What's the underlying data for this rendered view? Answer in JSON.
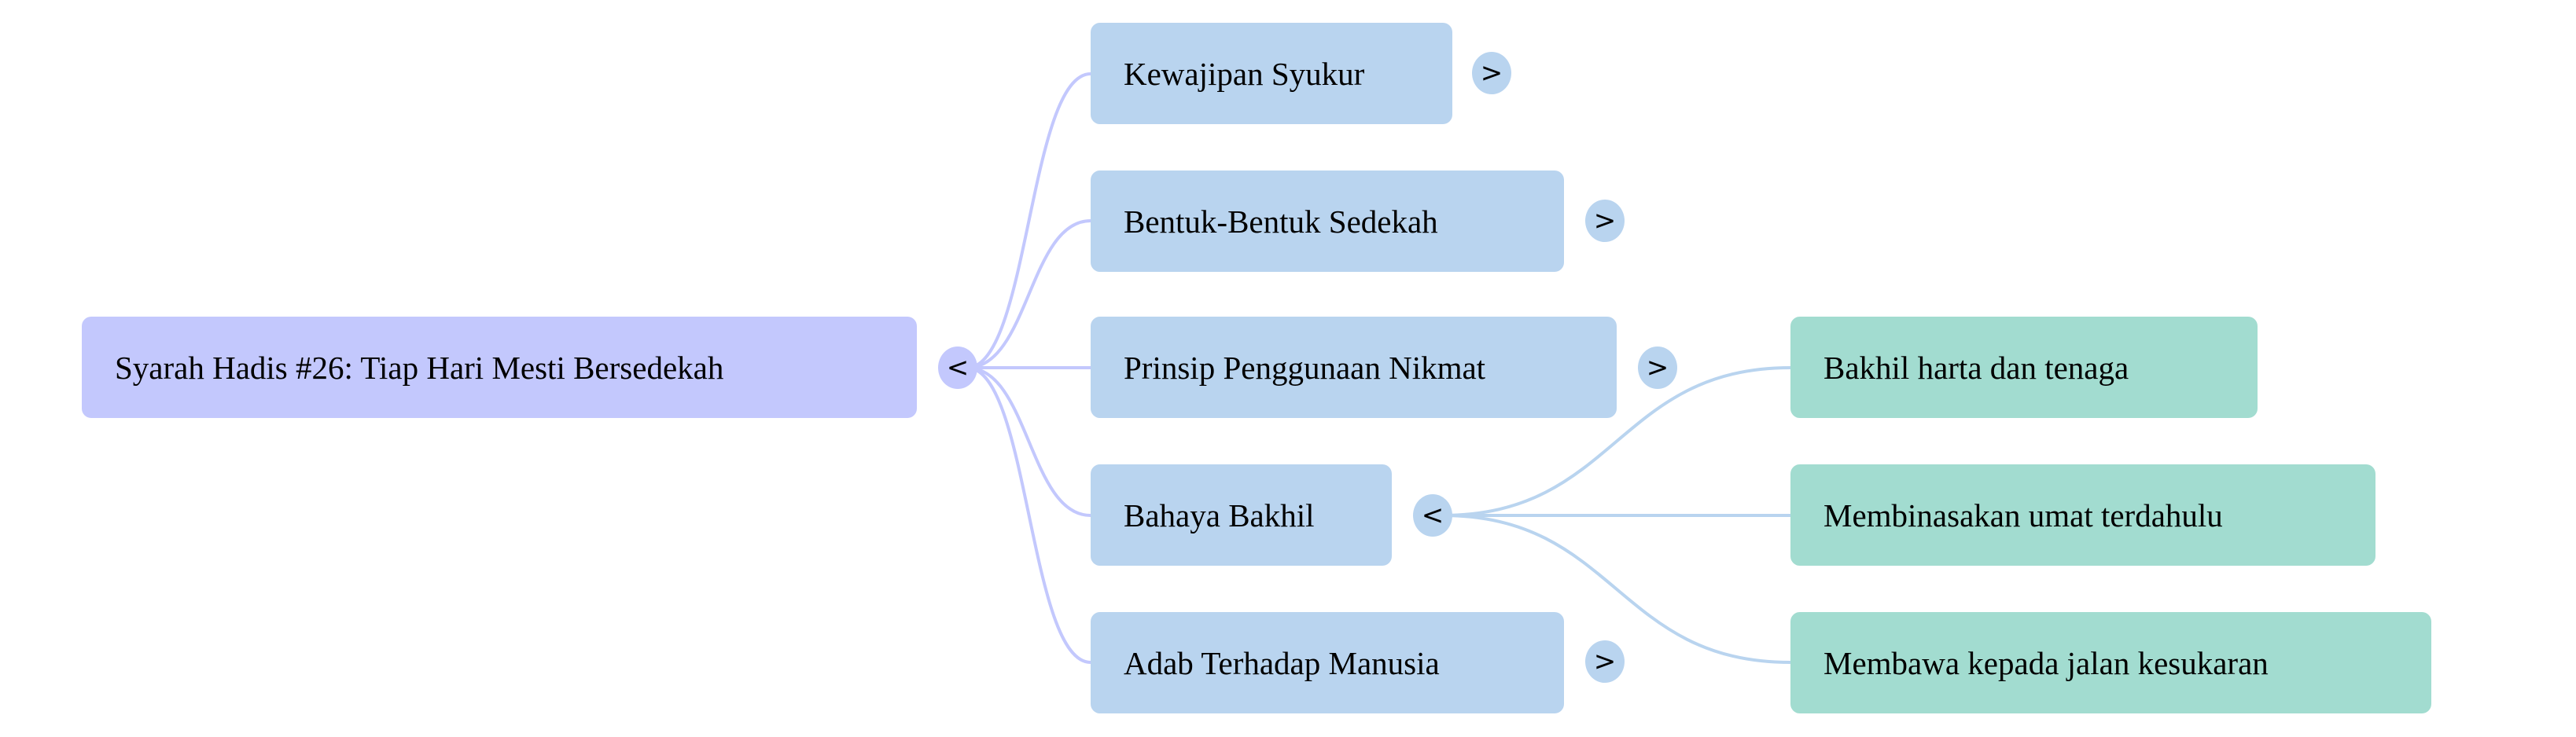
{
  "colors": {
    "root": "#c3c8fd",
    "level1": "#b9d4ef",
    "level2": "#a2dcd0",
    "root_link": "#c3c8fd",
    "level1_link": "#b9d4ef"
  },
  "root": {
    "label": "Syarah Hadis #26: Tiap Hari Mesti Bersedekah",
    "toggle": "<"
  },
  "level1": [
    {
      "label": "Kewajipan Syukur",
      "toggle": ">"
    },
    {
      "label": "Bentuk-Bentuk Sedekah",
      "toggle": ">"
    },
    {
      "label": "Prinsip Penggunaan Nikmat",
      "toggle": ">"
    },
    {
      "label": "Bahaya Bakhil",
      "toggle": "<"
    },
    {
      "label": "Adab Terhadap Manusia",
      "toggle": ">"
    }
  ],
  "level2": [
    {
      "label": "Bakhil harta dan tenaga"
    },
    {
      "label": "Membinasakan umat terdahulu"
    },
    {
      "label": "Membawa kepada jalan kesukaran"
    }
  ]
}
